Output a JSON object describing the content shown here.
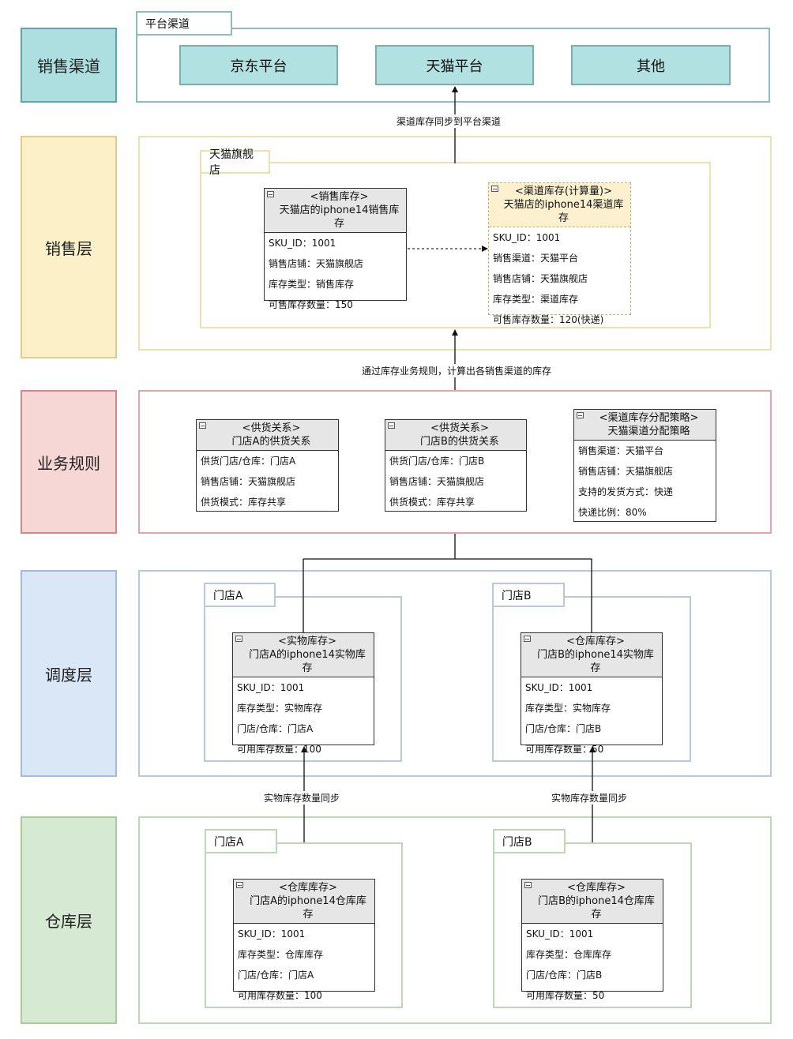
{
  "layers": {
    "channel": "销售渠道",
    "sales": "销售层",
    "rules": "业务规则",
    "dispatch": "调度层",
    "warehouse": "仓库层"
  },
  "colors": {
    "channel_fill": "#aedfe0",
    "channel_border": "#5fa4a8",
    "sales_fill": "#fbf0c8",
    "sales_border": "#e1cd8a",
    "rules_fill": "#f7d6d6",
    "rules_border": "#d58686",
    "dispatch_fill": "#d9e7f7",
    "dispatch_border": "#9fbbe0",
    "warehouse_fill": "#d6e9d3",
    "warehouse_border": "#a6cc9c"
  },
  "channel": {
    "group_label": "平台渠道",
    "jd": "京东平台",
    "tmall": "天猫平台",
    "other": "其他"
  },
  "edges": {
    "sync_to_platform": "渠道库存同步到平台渠道",
    "compute_by_rules": "通过库存业务规则，计算出各销售渠道的库存",
    "sync_a": "实物库存数量同步",
    "sync_b": "实物库存数量同步"
  },
  "sales": {
    "group_label": "天猫旗舰店",
    "sales_stock": {
      "stereotype": "<销售库存>",
      "name": "天猫店的iphone14销售库存",
      "rows": [
        "SKU_ID：1001",
        "销售店铺：天猫旗舰店",
        "库存类型：销售库存",
        "可售库存数量：150"
      ]
    },
    "channel_stock": {
      "stereotype": "<渠道库存(计算量)>",
      "name": "天猫店的iphone14渠道库存",
      "rows": [
        "SKU_ID：1001",
        "销售渠道：天猫平台",
        "销售店铺：天猫旗舰店",
        "库存类型：渠道库存",
        "可售库存数量：120(快递)"
      ]
    }
  },
  "rules": {
    "supply_a": {
      "stereotype": "<供货关系>",
      "name": "门店A的供货关系",
      "rows": [
        "供货门店/仓库：门店A",
        "销售店铺：天猫旗舰店",
        "供货模式：库存共享"
      ]
    },
    "supply_b": {
      "stereotype": "<供货关系>",
      "name": "门店B的供货关系",
      "rows": [
        "供货门店/仓库：门店B",
        "销售店铺：天猫旗舰店",
        "供货模式：库存共享"
      ]
    },
    "strategy": {
      "stereotype": "<渠道库存分配策略>",
      "name": "天猫渠道分配策略",
      "rows": [
        "销售渠道：天猫平台",
        "销售店铺：天猫旗舰店",
        "支持的发货方式：快递",
        "快递比例：80%"
      ]
    }
  },
  "dispatch": {
    "store_a_label": "门店A",
    "store_b_label": "门店B",
    "physical_a": {
      "stereotype": "<实物库存>",
      "name": "门店A的iphone14实物库存",
      "rows": [
        "SKU_ID：1001",
        "库存类型：实物库存",
        "门店/仓库：门店A",
        "可用库存数量：100"
      ]
    },
    "physical_b": {
      "stereotype": "<仓库库存>",
      "name": "门店B的iphone14实物库存",
      "rows": [
        "SKU_ID：1001",
        "库存类型：实物库存",
        "门店/仓库：门店B",
        "可用库存数量：50"
      ]
    }
  },
  "warehouse": {
    "store_a_label": "门店A",
    "store_b_label": "门店B",
    "wh_a": {
      "stereotype": "<仓库库存>",
      "name": "门店A的iphone14仓库库存",
      "rows": [
        "SKU_ID：1001",
        "库存类型：仓库库存",
        "门店/仓库：门店A",
        "可用库存数量：100"
      ]
    },
    "wh_b": {
      "stereotype": "<仓库库存>",
      "name": "门店B的iphone14仓库库存",
      "rows": [
        "SKU_ID：1001",
        "库存类型：仓库库存",
        "门店/仓库：门店B",
        "可用库存数量：50"
      ]
    }
  }
}
